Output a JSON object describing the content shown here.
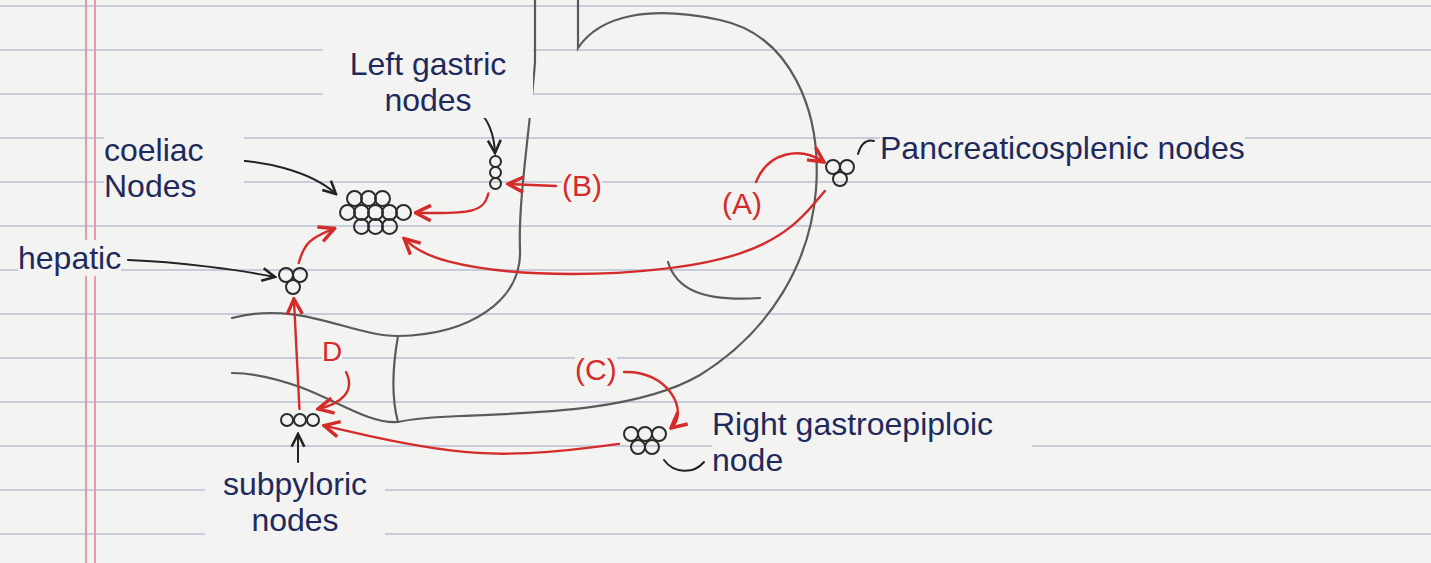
{
  "diagram": {
    "nodes": [
      {
        "text": [
          "Left gastric nodes"
        ]
      },
      {
        "text": [
          "Pancreaticosplenic nodes"
        ]
      },
      {
        "text": [
          "coeliac Nodes"
        ]
      },
      {
        "text": [
          "hepatic"
        ]
      },
      {
        "text": [
          "Right gastroepiploic node"
        ]
      },
      {
        "text": [
          "subpyloric nodes"
        ]
      }
    ],
    "edges": [
      {
        "from": 0,
        "to": 2,
        "arrow": "to"
      },
      {
        "from": 1,
        "to": 2,
        "arrow": "to"
      },
      {
        "from": 3,
        "to": 2,
        "arrow": "to"
      },
      {
        "from": 5,
        "to": 3,
        "arrow": "to"
      },
      {
        "from": 4,
        "to": 5,
        "arrow": "to"
      }
    ],
    "labels": [
      "(A)",
      "(B)",
      "(C)",
      "D"
    ]
  }
}
